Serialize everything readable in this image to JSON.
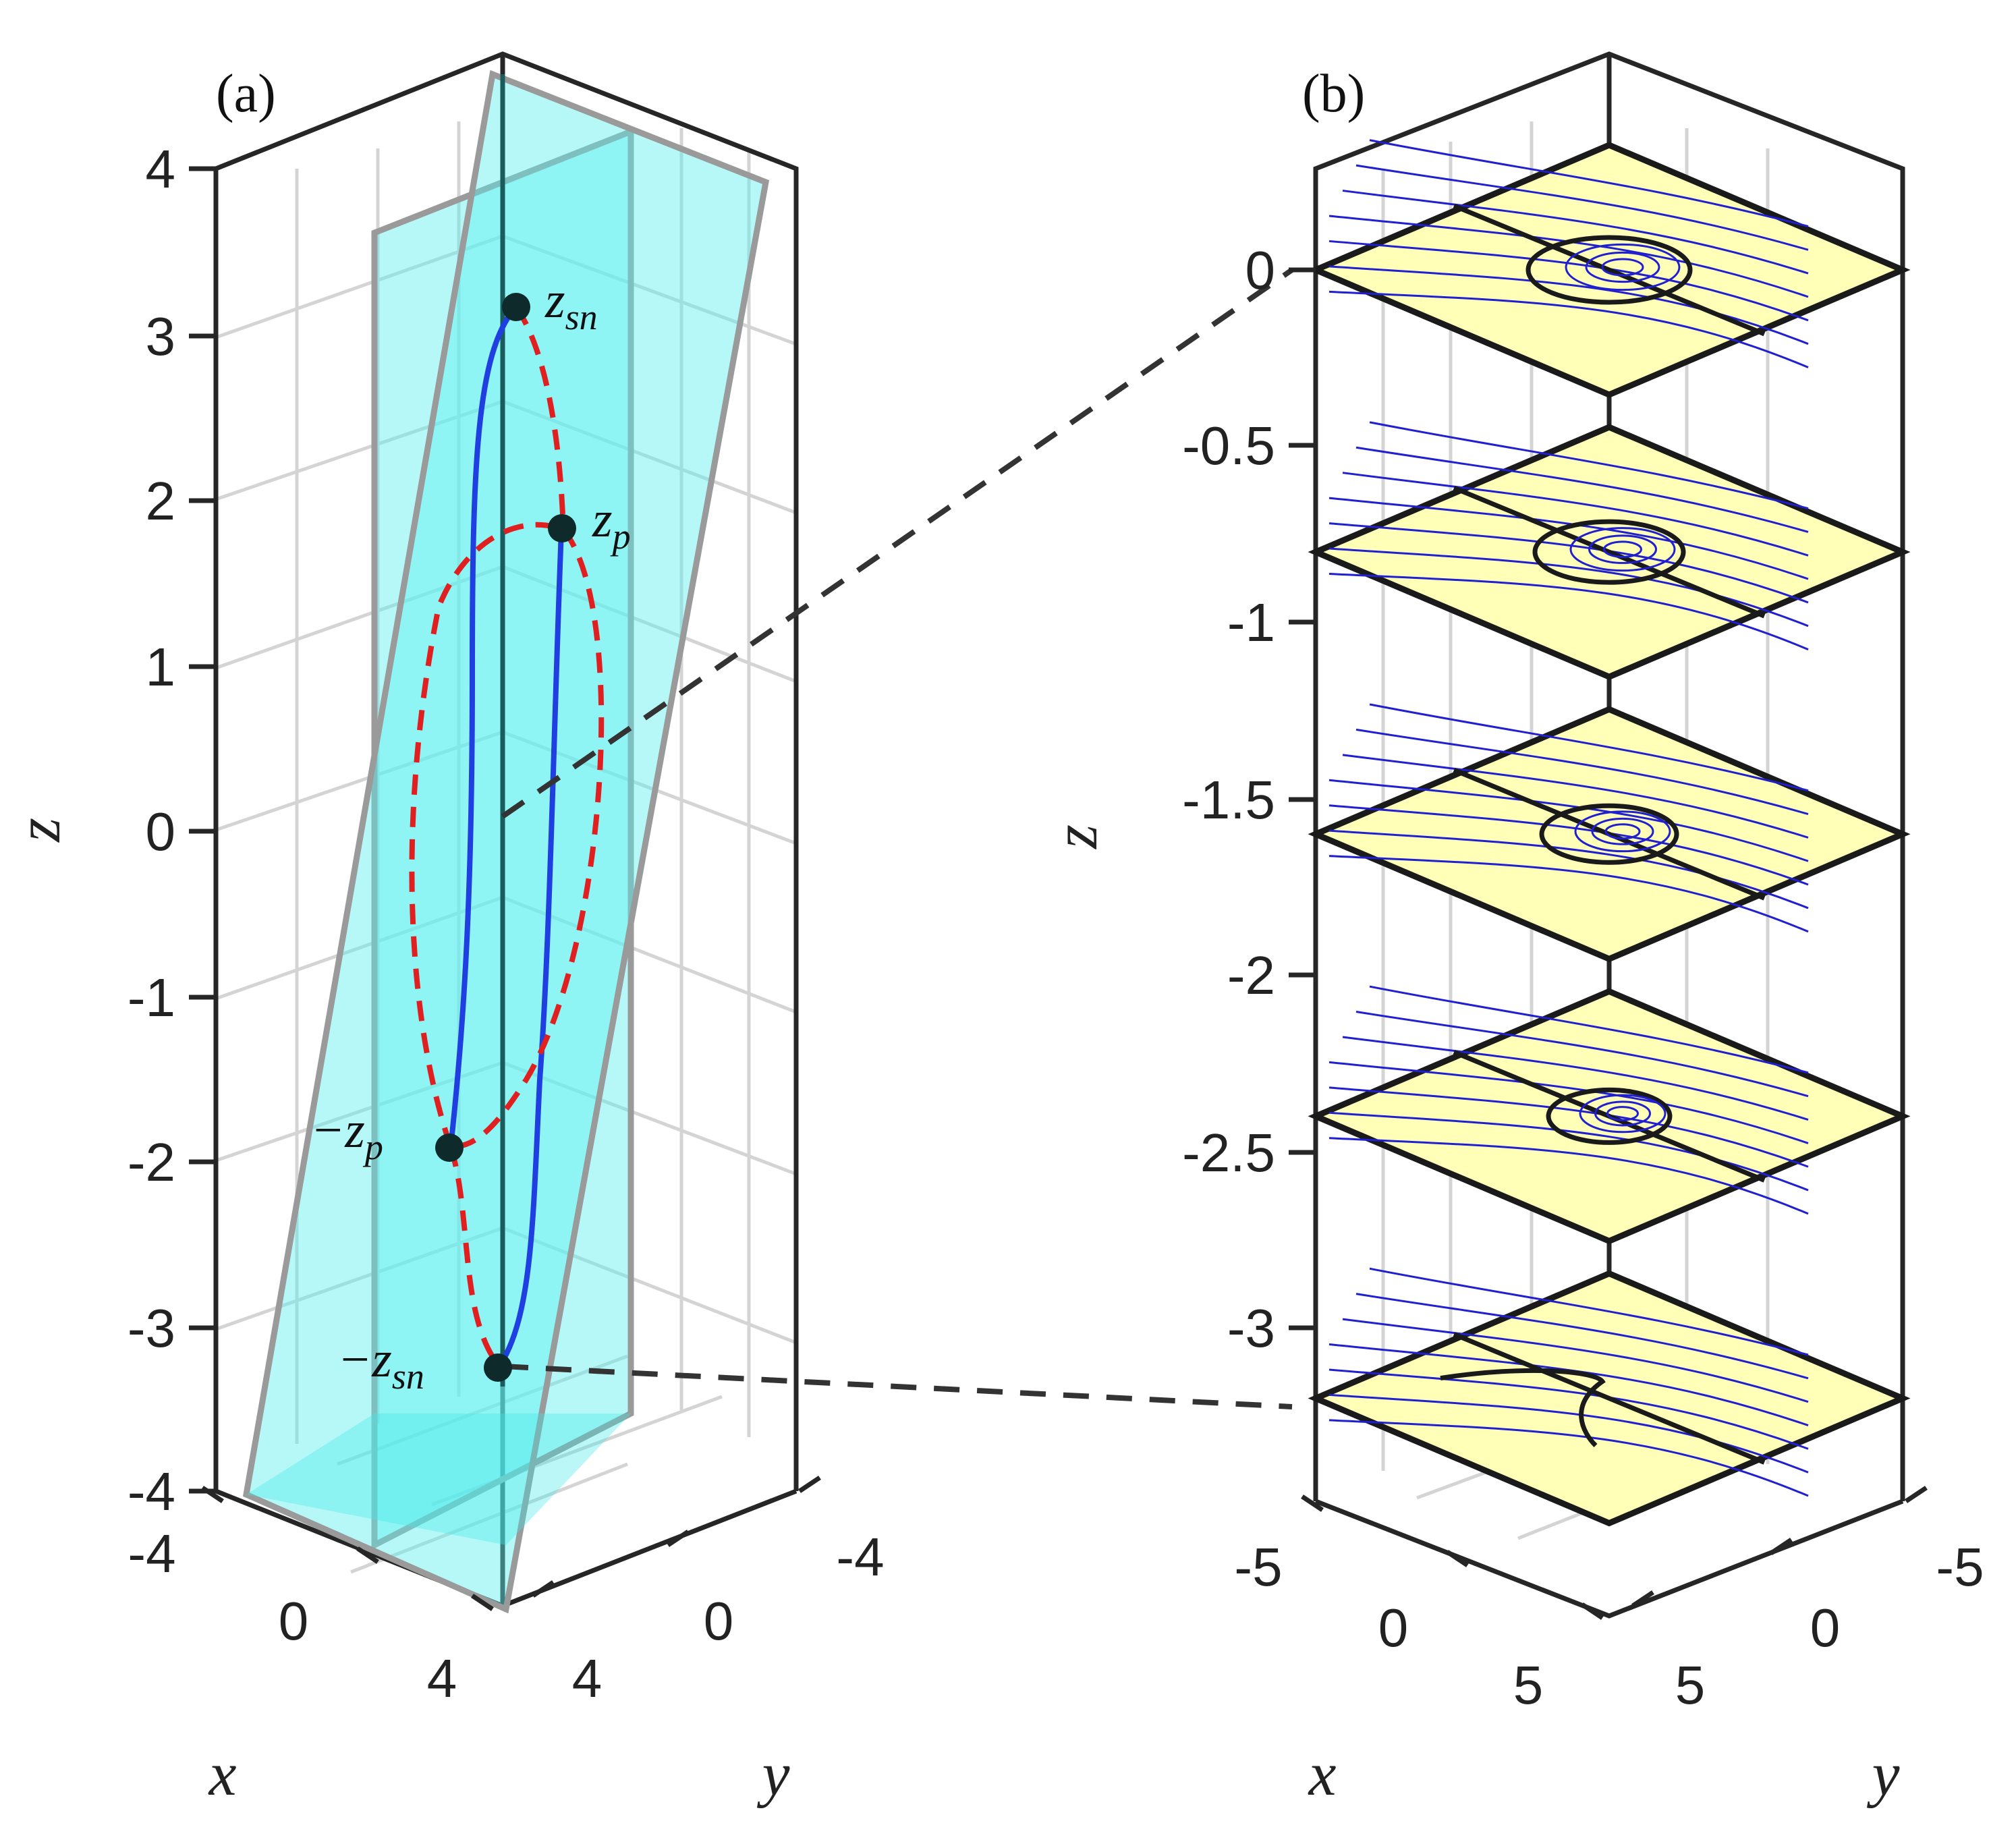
{
  "chart_data": [
    {
      "panel_label": "(a)",
      "type": "line3d",
      "xlabel": "x",
      "ylabel": "y",
      "zlabel": "z",
      "xlim": [
        -4,
        4
      ],
      "ylim": [
        -4,
        4
      ],
      "zlim": [
        -4,
        4
      ],
      "x_ticks": [
        "-4",
        "0",
        "4"
      ],
      "y_ticks": [
        "-4",
        "0",
        "4"
      ],
      "z_ticks": [
        "-4",
        "-3",
        "-2",
        "-1",
        "0",
        "1",
        "2",
        "3",
        "4"
      ],
      "points": [
        {
          "label": "z",
          "sub": "sn",
          "prefix": "",
          "z": 3.15
        },
        {
          "label": "z",
          "sub": "p",
          "prefix": "",
          "z": 1.8
        },
        {
          "label": "z",
          "sub": "p",
          "prefix": "−",
          "z": -1.9
        },
        {
          "label": "z",
          "sub": "sn",
          "prefix": "−",
          "z": -3.25
        }
      ],
      "series_colors": {
        "solid": "#1f3fe0",
        "dashed": "#e02020",
        "planes": "#5ef0f0",
        "points": "#0e2a2a"
      }
    },
    {
      "panel_label": "(b)",
      "type": "contour-slices",
      "xlabel": "x",
      "ylabel": "y",
      "zlabel": "z",
      "xlim": [
        -5,
        5
      ],
      "ylim": [
        -5,
        5
      ],
      "x_ticks": [
        "-5",
        "0",
        "5"
      ],
      "y_ticks": [
        "-5",
        "0",
        "5"
      ],
      "z_ticks": [
        "0",
        "-0.5",
        "-1",
        "-1.5",
        "-2",
        "-2.5",
        "-3"
      ],
      "slice_levels": [
        0,
        -0.8,
        -1.6,
        -2.4,
        -3.2
      ],
      "slice_color": "#ffffb8",
      "streamline_color": "#2020d0"
    }
  ]
}
